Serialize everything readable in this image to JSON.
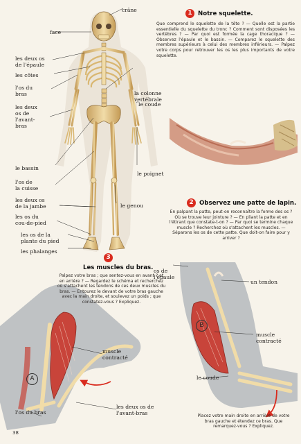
{
  "skeleton_labels": {
    "crane": "crâne",
    "face": "face",
    "epaule": "les deux os\nde l'épaule",
    "cotes": "les côtes",
    "os_bras": "l'os du\nbras",
    "avant_bras": "les deux\nos de\nl'avant-\nbras",
    "colonne": "la colonne\nvertébrale",
    "coude": "le coude",
    "bassin": "le bassin",
    "poignet": "le poignet",
    "cuisse": "l'os de\nla cuisse",
    "jambe": "les deux os\nde la jambe",
    "genou": "le genou",
    "cou_de_pied": "les os du\ncou-de-pied",
    "plante": "les os de la\nplante du pied",
    "phalanges": "les phalanges"
  },
  "section1": {
    "number": "1",
    "title": "Notre squelette.",
    "text": "Que comprend le squelette de la tête ? — Quelle est la partie essentielle du squelette du tronc ? Comment sont disposées les vertèbres ? — Par quoi est formée la cage thoracique ? — Observez l'épaule et le bassin. — Comparez le squelette des membres supérieurs à celui des membres inférieurs. — Palpez votre corps pour retrouver les os les plus importants de votre squelette."
  },
  "section2": {
    "number": "2",
    "title": "Observez une patte de lapin.",
    "text": "En palpant la patte, peut-on reconnaître la forme des os ? Où se trouve leur jointure ? — En pliant la patte et en l'étirant que constate-t-on ? — Par quoi se termine chaque muscle ? Recherchez où s'attachent les muscles. — Séparons les os de cette patte. Que doit-on faire pour y arriver ?"
  },
  "section3": {
    "number": "3",
    "title": "Les muscles du bras.",
    "text": "Palpez votre bras ; que sentez-vous en avant ? et en arrière ? — Regardez le schéma et recherchez où s'attachent les tendons de ces deux muscles du bras. — Entourez le devant de votre bras gauche avec la main droite, et soulevez un poids ; que constatez-vous ? Expliquez."
  },
  "arm_labels": {
    "muscle_a": "muscle\ncontracté",
    "circle_a": "A",
    "os_bras": "l'os du bras",
    "avant_bras": "les deux os de\nl'avant-bras",
    "epaule": "os de\nl'épaule",
    "tendon": "un tendon",
    "muscle_b": "muscle\ncontracté",
    "circle_b": "B",
    "coude": "le coude"
  },
  "section3b_text": "Placez votre main droite en arrière de votre bras gauche et étendez ce bras. Que remarquez-vous ? Expliquez.",
  "page_number": "38",
  "colors": {
    "accent_red": "#d92b1e",
    "bone": "#e8c98a",
    "muscle": "#c8443a"
  }
}
